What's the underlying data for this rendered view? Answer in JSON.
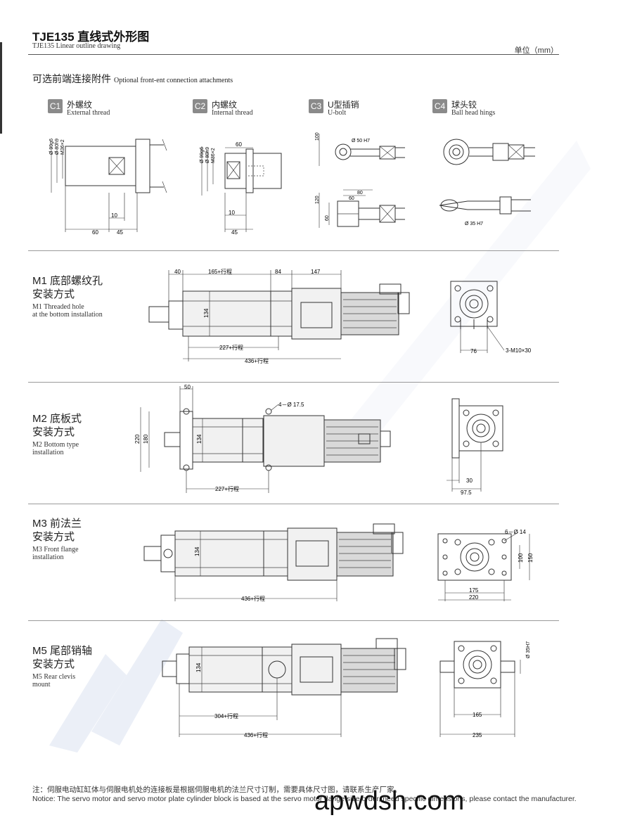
{
  "header": {
    "title_cn": "TJE135 直线式外形图",
    "title_en": "TJE135 Linear outline drawing",
    "unit": "单位（mm）"
  },
  "attachments": {
    "heading_cn": "可选前端连接附件",
    "heading_en": "Optional front-ent connection attachments",
    "items": [
      {
        "code": "C1",
        "cn": "外螺纹",
        "en": "External thread"
      },
      {
        "code": "C2",
        "cn": "内螺纹",
        "en": "Internal thread"
      },
      {
        "code": "C3",
        "cn": "U型插销",
        "en": "U-bolt"
      },
      {
        "code": "C4",
        "cn": "球头铰",
        "en": "Ball head hings"
      }
    ],
    "c1": {
      "d1": "Ø 99g6",
      "d2": "Ø 80h9",
      "d3": "M36×2",
      "a": "10",
      "b": "60",
      "c": "45"
    },
    "c2": {
      "d1": "Ø 99g6",
      "d2": "Ø 80h9",
      "d3": "M36×2",
      "top": "60",
      "a": "10",
      "c": "45"
    },
    "c3": {
      "hole": "Ø 50 H7",
      "h100": "100",
      "w80": "80",
      "w60": "60",
      "h120": "120",
      "h60": "60"
    },
    "c4": {
      "hole": "Ø 35 H7"
    }
  },
  "m1": {
    "title_cn_1": "M1 底部螺纹孔",
    "title_cn_2": "安装方式",
    "title_en_1": "M1 Threaded hole",
    "title_en_2": "at the bottom installation",
    "d40": "40",
    "d165": "165+行程",
    "d84": "84",
    "d147": "147",
    "d134": "134",
    "d227": "227+行程",
    "d436": "436+行程",
    "d76": "76",
    "thread": "3-M10×30"
  },
  "m2": {
    "title_cn_1": "M2 底板式",
    "title_cn_2": "安装方式",
    "title_en_1": "M2 Bottom type",
    "title_en_2": "installation",
    "d50": "50",
    "holes": "4－Ø 17.5",
    "d220": "220",
    "d180": "180",
    "d134": "134",
    "d227": "227+行程",
    "d30": "30",
    "d975": "97.5"
  },
  "m3": {
    "title_cn_1": "M3 前法兰",
    "title_cn_2": "安装方式",
    "title_en_1": "M3 Front flange",
    "title_en_2": "installation",
    "d134": "134",
    "d436": "436+行程",
    "holes": "6－Ø 14",
    "d100": "100",
    "d150": "150",
    "d175": "175",
    "d220": "220"
  },
  "m5": {
    "title_cn_1": "M5 尾部销轴",
    "title_cn_2": "安装方式",
    "title_en_1": "M5 Rear clevis",
    "title_en_2": "mount",
    "d134": "134",
    "d304": "304+行程",
    "d436": "436+行程",
    "pin": "Ø 35H7",
    "d165": "165",
    "d235": "235"
  },
  "notes": {
    "cn": "注：伺服电动缸缸体与伺服电机处的连接板是根据伺服电机的法兰尺寸订制，需要具体尺寸图，请联系生产厂家。",
    "en": "Notice: The servo motor and servo motor plate cylinder block is based at the servo motor flange size order, need specific dimensions, please contact the manufacturer."
  },
  "watermark": {
    "site": "apwdsh.com"
  },
  "colors": {
    "badge": "#8a8a8a",
    "watermark_blue": "#c9d3ea"
  }
}
